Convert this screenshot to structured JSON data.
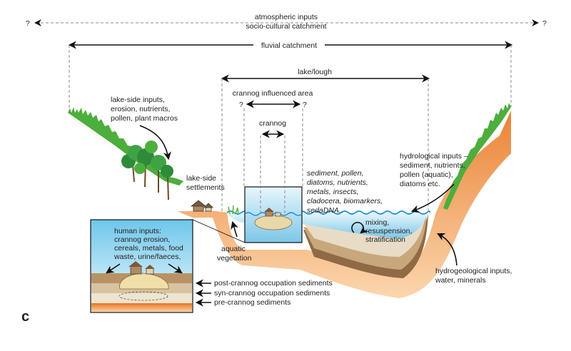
{
  "panel_letter": "c",
  "scales": {
    "atmospheric_line1": "atmospheric inputs",
    "atmospheric_line2": "socio-cultural catchment",
    "q_left": "?",
    "q_right": "?",
    "fluvial": "fluvial catchment",
    "lake": "lake/lough",
    "crannog_area": "crannog influenced area",
    "crannog_q_left": "?",
    "crannog_q_right": "?",
    "crannog": "crannog"
  },
  "labels": {
    "lakeside_inputs": [
      "lake-side inputs,",
      "erosion, nutrients,",
      "pollen, plant macros"
    ],
    "lakeside_settlements": [
      "lake-side",
      "settlements"
    ],
    "sediment_list": [
      "sediment, pollen,",
      "diatoms, nutrients,",
      "metals, insects,",
      "cladocera, biomarkers,",
      "sedaDNA.."
    ],
    "hydrological_inputs": [
      "hydrological inputs –",
      "sediment, nutrients,",
      "pollen (aquatic),",
      "diatoms etc."
    ],
    "mixing": [
      "mixing,",
      "resuspension,",
      "stratification"
    ],
    "aquatic_vegetation": [
      "aquatic",
      "vegetation"
    ],
    "hydrogeological_inputs": [
      "hydrogeological inputs,",
      "water, minerals"
    ],
    "human_inputs": [
      "human inputs:",
      "crannog erosion,",
      "cereals, metals, food",
      "waste, urine/faeces,"
    ],
    "sediment_layers": [
      "post-crannog occupation sediments",
      "syn-crannog occupation sediments",
      "pre-crannog sediments"
    ]
  },
  "colors": {
    "water": "#8fd0ec",
    "orange": "#f08a3a",
    "grass": "#4cae3c",
    "sediment_light": "#e4d3b8",
    "sediment_mid": "#c9a77d",
    "sediment_dark": "#a07a52"
  }
}
